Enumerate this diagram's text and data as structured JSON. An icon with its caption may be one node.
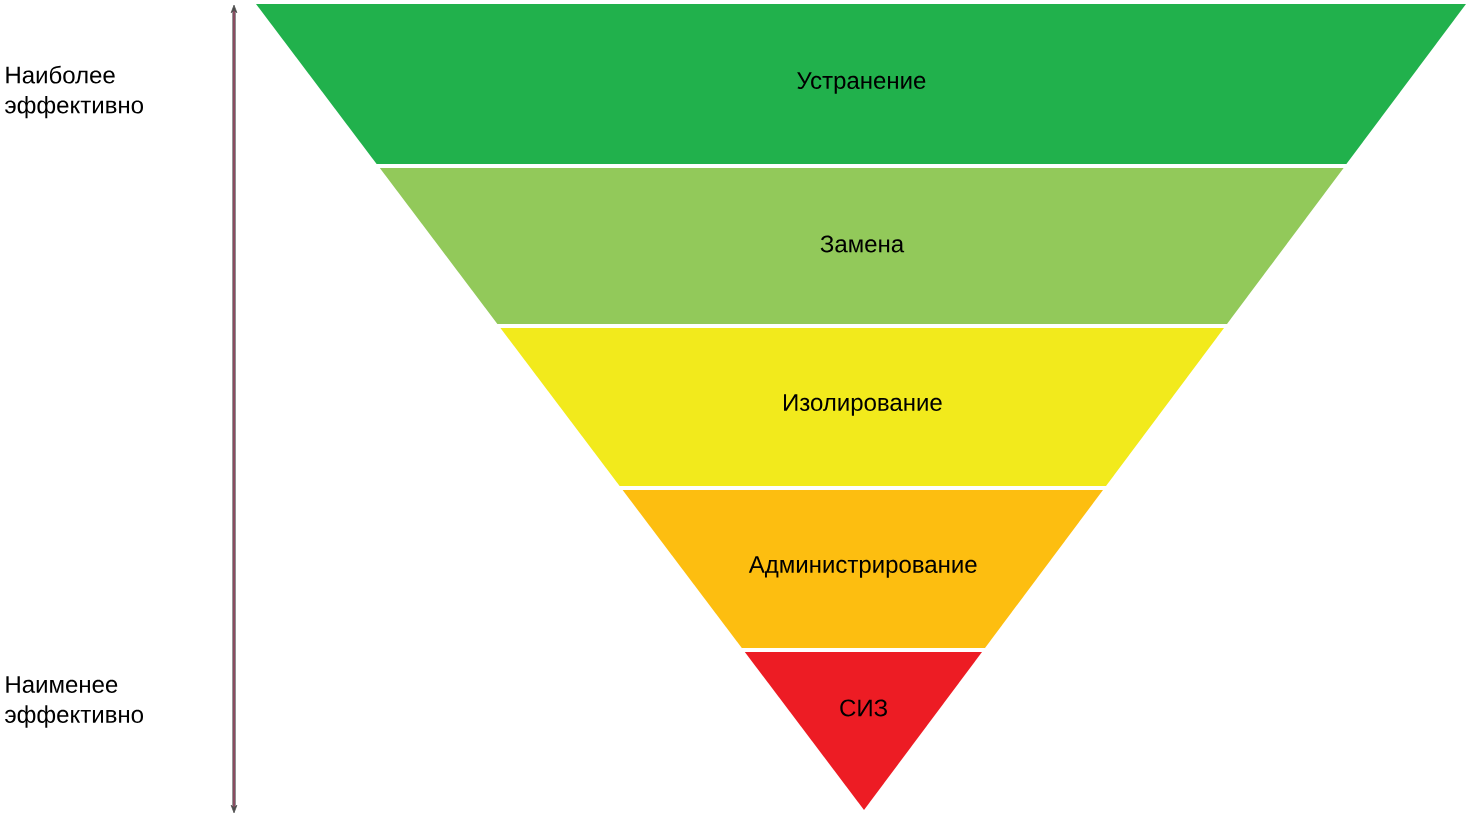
{
  "diagram": {
    "nodes": [
      {
        "text": [
          "Устранение"
        ]
      },
      {
        "text": [
          "Замена"
        ]
      },
      {
        "text": [
          "Изолирование"
        ]
      },
      {
        "text": [
          "Администрирование"
        ]
      },
      {
        "text": [
          "СИЗ"
        ]
      }
    ],
    "labels": [
      "Наиболее эффективно",
      "Наименее эффективно"
    ]
  }
}
